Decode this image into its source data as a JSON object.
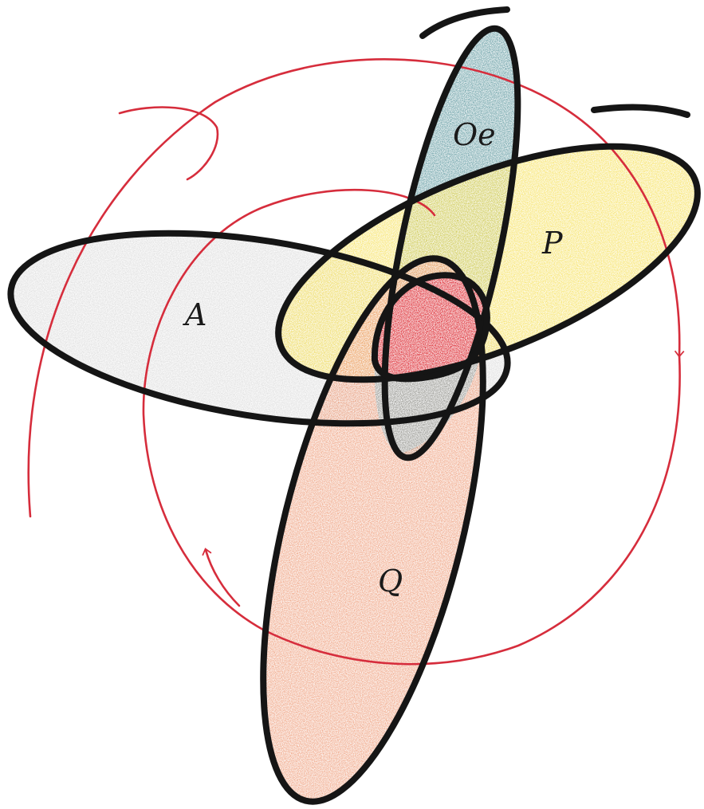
{
  "diagram": {
    "ellipses": [
      {
        "id": "A",
        "label": "A",
        "fill": "#cfcfcf"
      },
      {
        "id": "Oe",
        "label": "Oe",
        "fill": "#1f6f78"
      },
      {
        "id": "P",
        "label": "P",
        "fill": "#f3d61f"
      },
      {
        "id": "Q",
        "label": "Q",
        "fill": "#e8794a"
      }
    ],
    "center_fill": "#d8121b",
    "cycle_color": "#d62d3c",
    "outline_color": "#151515",
    "arrow_direction": "clockwise"
  }
}
